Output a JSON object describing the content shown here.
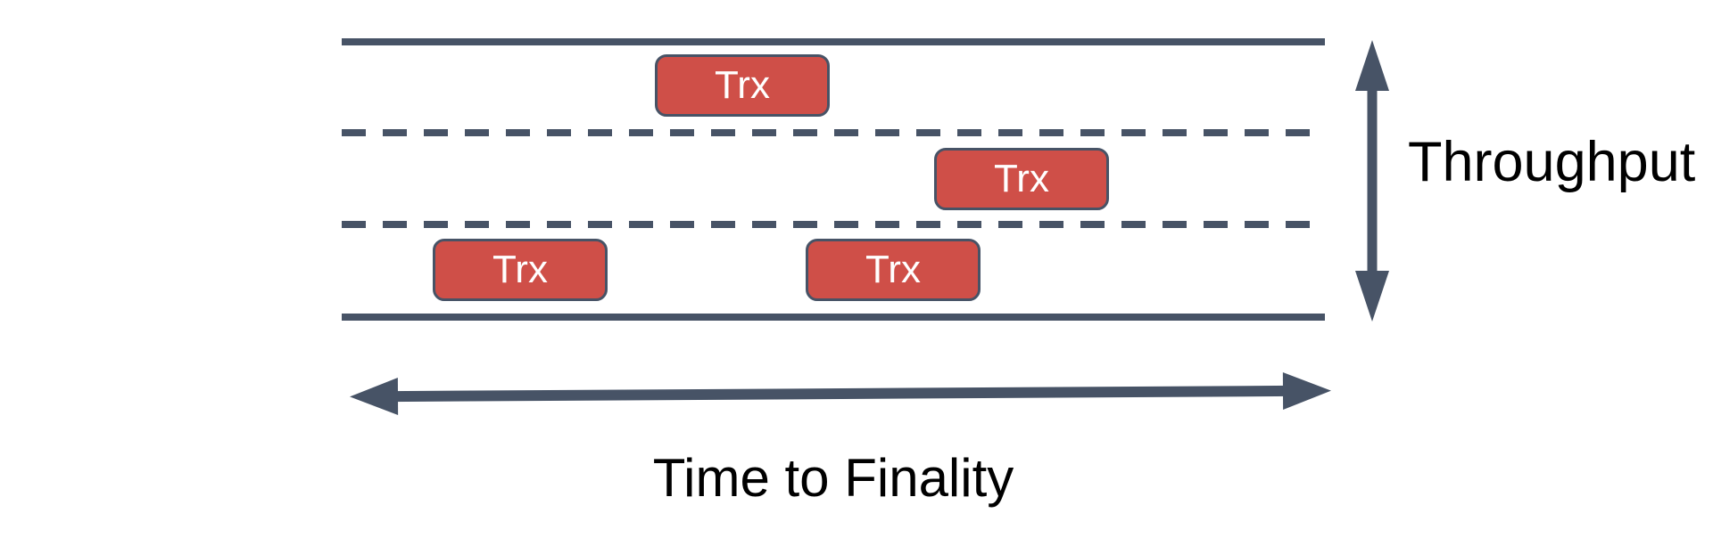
{
  "labels": {
    "throughput": "Throughput",
    "time_to_finality": "Time to Finality"
  },
  "transactions": [
    {
      "label": "Trx",
      "lane": "top"
    },
    {
      "label": "Trx",
      "lane": "middle"
    },
    {
      "label": "Trx",
      "lane": "bottom"
    },
    {
      "label": "Trx",
      "lane": "bottom"
    }
  ],
  "colors": {
    "line": "#475366",
    "trx_fill": "#CF4F48",
    "trx_border": "#475366",
    "trx_text": "#FFFFFF",
    "label_text": "#000000",
    "background": "#FFFFFF"
  }
}
